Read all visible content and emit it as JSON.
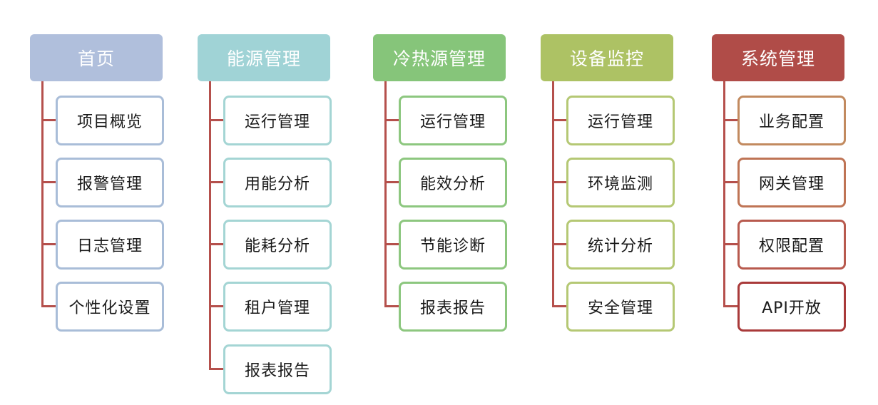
{
  "columns": [
    {
      "title": "首页",
      "header_color": "#b0bfdc",
      "item_border_color": "#a9bdd8",
      "items": [
        "项目概览",
        "报警管理",
        "日志管理",
        "个性化设置"
      ]
    },
    {
      "title": "能源管理",
      "header_color": "#a0d3d6",
      "item_border_color": "#a4d5d4",
      "items": [
        "运行管理",
        "用能分析",
        "能耗分析",
        "租户管理",
        "报表报告"
      ]
    },
    {
      "title": "冷热源管理",
      "header_color": "#86c57a",
      "item_border_color": "#8dc77f",
      "items": [
        "运行管理",
        "能效分析",
        "节能诊断",
        "报表报告"
      ]
    },
    {
      "title": "设备监控",
      "header_color": "#adc264",
      "item_border_color": "#b5c874",
      "items": [
        "运行管理",
        "环境监测",
        "统计分析",
        "安全管理"
      ]
    },
    {
      "title": "系统管理",
      "header_color": "#b04c48",
      "item_border_colors": [
        "#c28a5f",
        "#bf7455",
        "#b85a4e",
        "#a93a3a"
      ],
      "items": [
        "业务配置",
        "网关管理",
        "权限配置",
        "API开放"
      ]
    }
  ],
  "connector_color": "#b5504c"
}
